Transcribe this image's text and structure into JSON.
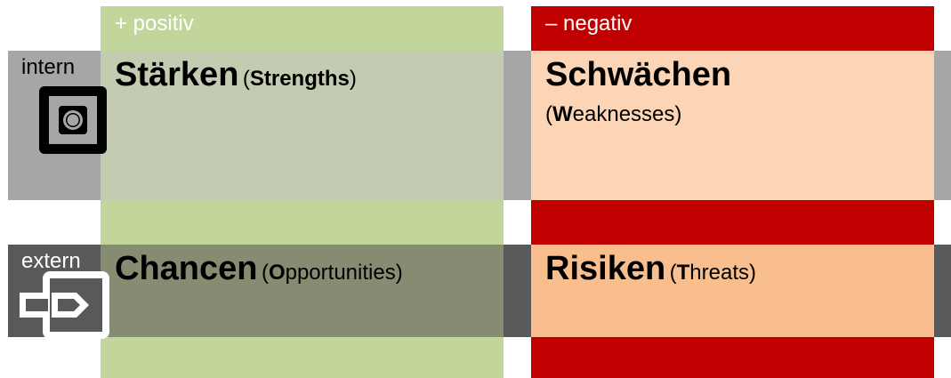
{
  "columns": {
    "positive": {
      "label": "+ positiv",
      "color": "#c2d69b"
    },
    "negative": {
      "label": "– negativ",
      "color": "#c00000"
    }
  },
  "rows": {
    "internal": {
      "label": "intern",
      "color": "#a6a6a6",
      "icon": "internal-square-icon"
    },
    "external": {
      "label": "extern",
      "color": "#595959",
      "icon": "external-arrow-icon"
    }
  },
  "quadrants": {
    "strengths": {
      "title": "Stärken",
      "paren_open": "(",
      "sub_bold": "Strengths",
      "sub_rest": "",
      "paren_close": ")",
      "color": "#c3cbb0"
    },
    "weaknesses": {
      "title": "Schwächen",
      "paren_open": "(",
      "sub_bold": "W",
      "sub_rest": "eaknesses",
      "paren_close": ")",
      "color": "#fbd5b5"
    },
    "opportunities": {
      "title": "Chancen",
      "paren_open": "(",
      "sub_bold": "O",
      "sub_rest": "pportunities",
      "paren_close": ")",
      "color": "#868c72"
    },
    "threats": {
      "title": "Risiken",
      "paren_open": "(",
      "sub_bold": "T",
      "sub_rest": "hreats",
      "paren_close": ")",
      "color": "#f8be8e"
    }
  }
}
